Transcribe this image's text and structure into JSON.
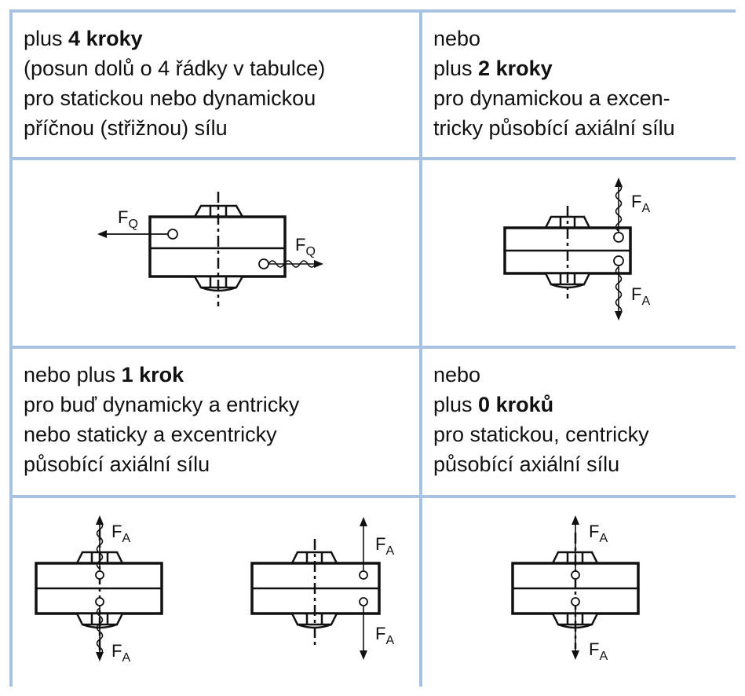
{
  "cells": {
    "top_left": {
      "line1_prefix": "plus ",
      "line1_bold": "4 kroky",
      "line2": "(posun dolů o 4 řádky v tabulce)",
      "line3": "pro statickou nebo dynamickou",
      "line4": "příčnou (střižnou) sílu"
    },
    "top_right": {
      "line1": "nebo",
      "line2_prefix": "plus ",
      "line2_bold": "2 kroky",
      "line3": "pro dynamickou a excen-",
      "line4": "tricky působící axiální sílu"
    },
    "bottom_left": {
      "line1_prefix": "nebo plus ",
      "line1_bold": "1 krok",
      "line2": "pro buď dynamicky a entricky",
      "line3": "nebo staticky a excentricky",
      "line4": "působící axiální sílu"
    },
    "bottom_right": {
      "line1": "nebo",
      "line2_prefix": "plus ",
      "line2_bold": "0 kroků",
      "line3": "pro statickou, centricky",
      "line4": "působící axiální sílu"
    }
  },
  "labels": {
    "force_symbol": "F",
    "transverse_subscript": "Q",
    "axial_subscript": "A"
  },
  "colors": {
    "grid_border": "#a8c2e2",
    "ink": "#111111"
  }
}
